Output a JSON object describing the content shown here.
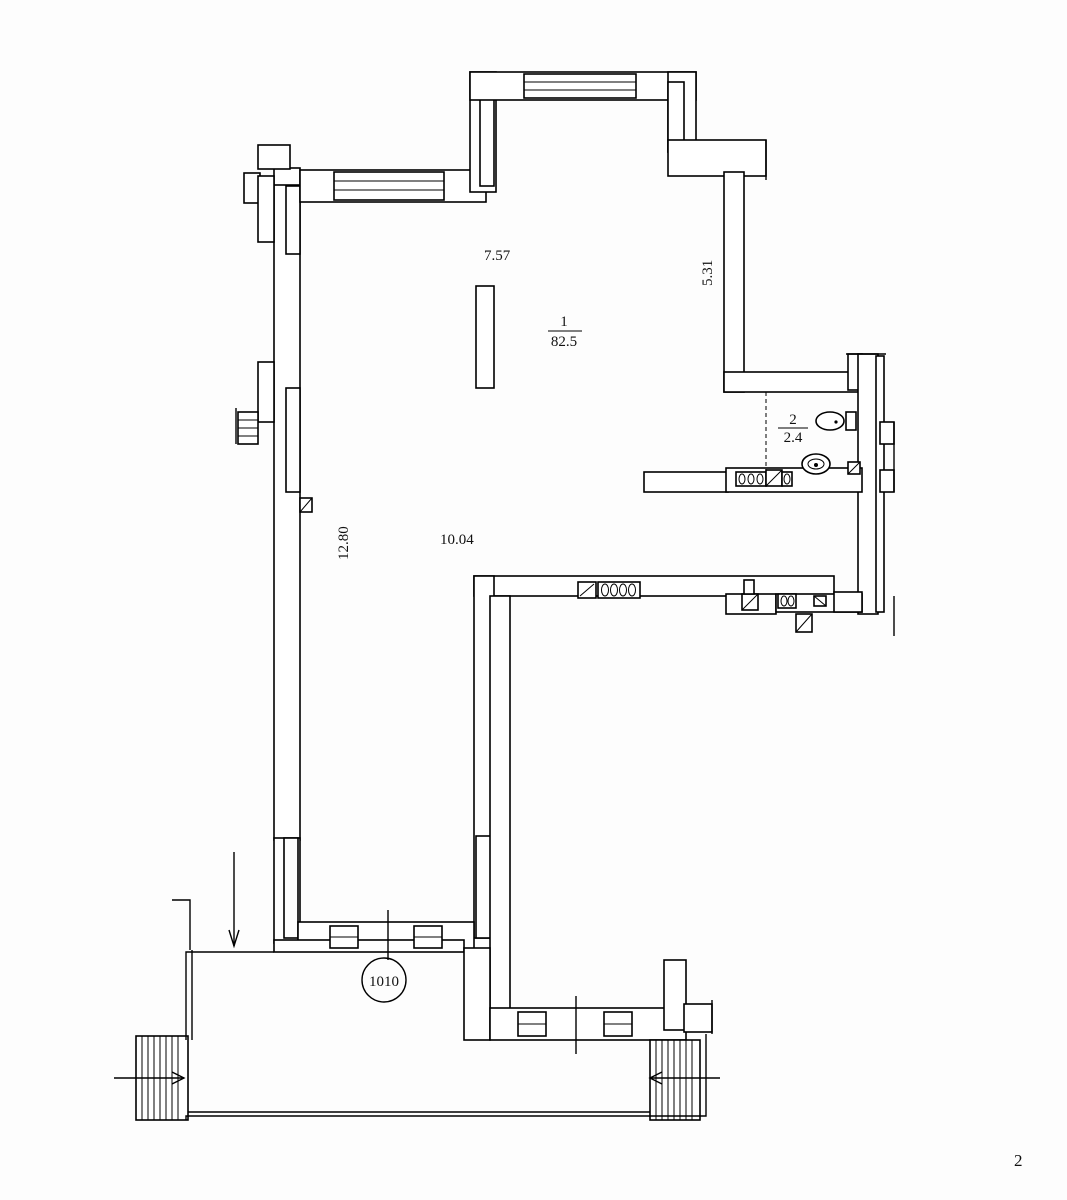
{
  "plan": {
    "dimensions": {
      "top_width": "7.57",
      "right_depth": "5.31",
      "left_length": "12.80",
      "middle_width": "10.04"
    },
    "rooms": [
      {
        "number": "1",
        "area": "82.5"
      },
      {
        "number": "2",
        "area": "2.4"
      }
    ],
    "section_marker": "1010",
    "page_number": "2"
  },
  "colors": {
    "ink": "#000000",
    "paper": "#fdfdfd"
  },
  "icons": [
    "toilet-icon",
    "sink-icon",
    "ventilation-duct-icon",
    "entrance-arrow-icon"
  ]
}
